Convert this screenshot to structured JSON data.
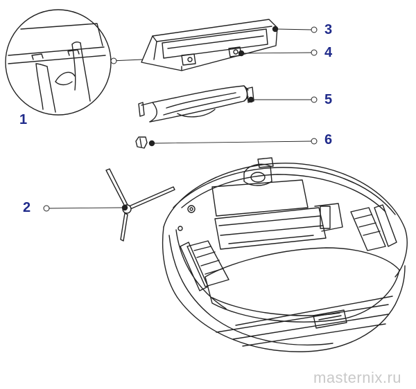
{
  "labels": {
    "n1": "1",
    "n2": "2",
    "n3": "3",
    "n4": "4",
    "n5": "5",
    "n6": "6"
  },
  "watermark": "masternix.ru",
  "colors": {
    "line": "#222222",
    "callout_number": "#1f2a8a",
    "watermark": "#c9c9c9"
  }
}
